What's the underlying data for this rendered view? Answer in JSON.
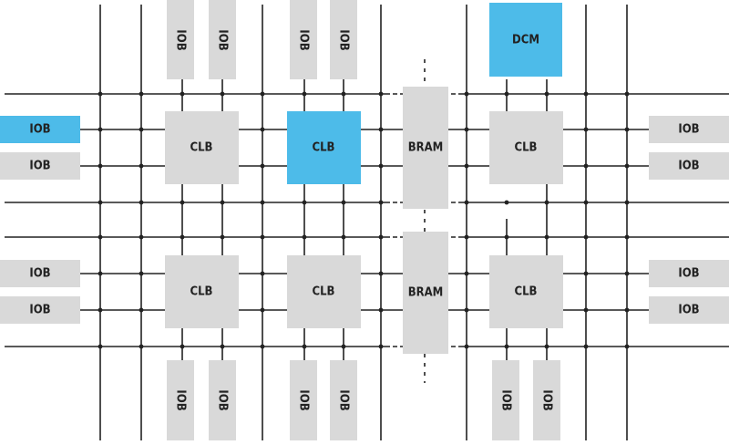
{
  "colors": {
    "block_fill": "#d9d9d9",
    "highlight_fill": "#4dbbe9",
    "wire": "#222222",
    "text": "#222222"
  },
  "labels": {
    "iob": "IOB",
    "clb": "CLB",
    "bram": "BRAM",
    "dcm": "DCM"
  },
  "highlighted": [
    "clb-top-middle",
    "iob-left-1",
    "dcm"
  ]
}
